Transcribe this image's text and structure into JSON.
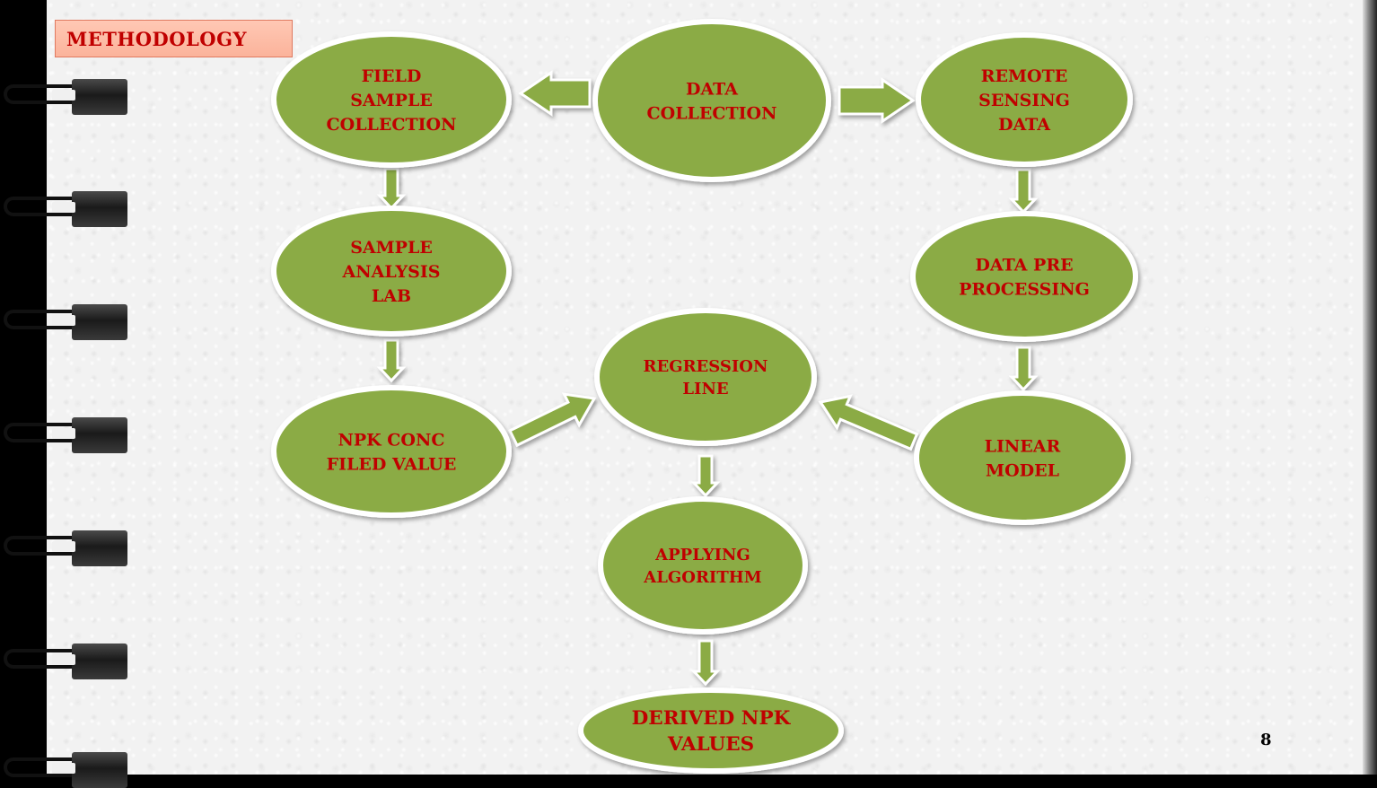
{
  "slide": {
    "title": "METHODOLOGY",
    "page_number": "8"
  },
  "colors": {
    "node_fill": "#8bab45",
    "node_text": "#c00000",
    "arrow_fill": "#8bab45",
    "title_bg": "#fbb39b"
  },
  "nodes": [
    {
      "id": "data-collection",
      "lines": [
        "DATA",
        "COLLECTION"
      ]
    },
    {
      "id": "field-sample-collection",
      "lines": [
        "FIELD",
        "SAMPLE",
        "COLLECTION"
      ]
    },
    {
      "id": "remote-sensing-data",
      "lines": [
        "REMOTE",
        "SENSING",
        "DATA"
      ]
    },
    {
      "id": "sample-analysis-lab",
      "lines": [
        "SAMPLE",
        "ANALYSIS",
        "LAB"
      ]
    },
    {
      "id": "data-pre-processing",
      "lines": [
        "DATA PRE",
        "PROCESSING"
      ]
    },
    {
      "id": "npk-conc-filed-value",
      "lines": [
        "NPK CONC",
        "FILED VALUE"
      ]
    },
    {
      "id": "regression-line",
      "lines": [
        "REGRESSION",
        "LINE"
      ]
    },
    {
      "id": "linear-model",
      "lines": [
        "LINEAR",
        "MODEL"
      ]
    },
    {
      "id": "applying-algorithm",
      "lines": [
        "APPLYING",
        "ALGORITHM"
      ]
    },
    {
      "id": "derived-npk-values",
      "lines": [
        "DERIVED NPK",
        "VALUES"
      ]
    }
  ],
  "edges": [
    {
      "from": "data-collection",
      "to": "field-sample-collection"
    },
    {
      "from": "data-collection",
      "to": "remote-sensing-data"
    },
    {
      "from": "field-sample-collection",
      "to": "sample-analysis-lab"
    },
    {
      "from": "sample-analysis-lab",
      "to": "npk-conc-filed-value"
    },
    {
      "from": "remote-sensing-data",
      "to": "data-pre-processing"
    },
    {
      "from": "data-pre-processing",
      "to": "linear-model"
    },
    {
      "from": "npk-conc-filed-value",
      "to": "regression-line"
    },
    {
      "from": "linear-model",
      "to": "regression-line"
    },
    {
      "from": "regression-line",
      "to": "applying-algorithm"
    },
    {
      "from": "applying-algorithm",
      "to": "derived-npk-values"
    }
  ]
}
